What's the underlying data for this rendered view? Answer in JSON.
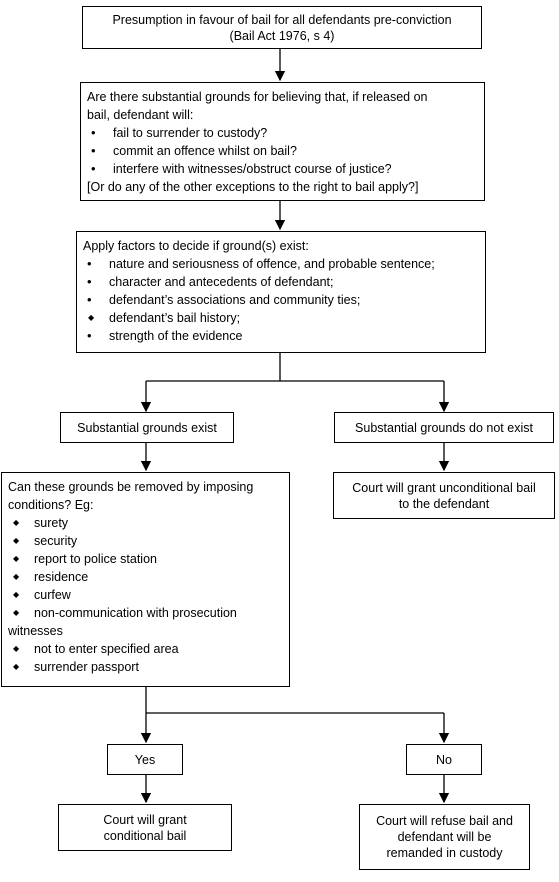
{
  "start": {
    "line1": "Presumption in favour of bail for all defendants pre-conviction",
    "line2": "(Bail Act 1976, s 4)"
  },
  "grounds_question": {
    "intro1": "Are there substantial grounds for believing that, if released on",
    "intro2": "bail, defendant will:",
    "items": [
      "fail to surrender to custody?",
      "commit an offence whilst on bail?",
      "interfere with witnesses/obstruct course of justice?"
    ],
    "footer": "[Or do any of the other exceptions to the right to bail apply?]"
  },
  "factors": {
    "intro": "Apply factors to decide if ground(s) exist:",
    "items": [
      "nature and seriousness of offence, and probable sentence;",
      "character and antecedents of defendant;",
      "defendant’s associations and community ties;",
      "defendant’s bail history;",
      "strength of the evidence"
    ]
  },
  "grounds_exist": "Substantial grounds exist",
  "grounds_not_exist": "Substantial grounds do not exist",
  "unconditional": {
    "line1": "Court will grant unconditional bail",
    "line2": "to the defendant"
  },
  "conditions": {
    "intro1": "Can these grounds be removed by imposing",
    "intro2": "conditions? Eg:",
    "items": [
      "surety",
      "security",
      "report to police station",
      "residence",
      "curfew",
      "non-communication with prosecution",
      "not to enter specified area",
      "surrender passport"
    ],
    "item_continuation": "witnesses"
  },
  "yes": "Yes",
  "no": "No",
  "conditional": {
    "line1": "Court will grant",
    "line2": "conditional bail"
  },
  "refuse": {
    "line1": "Court will refuse bail and",
    "line2": "defendant will be",
    "line3": "remanded in custody"
  }
}
